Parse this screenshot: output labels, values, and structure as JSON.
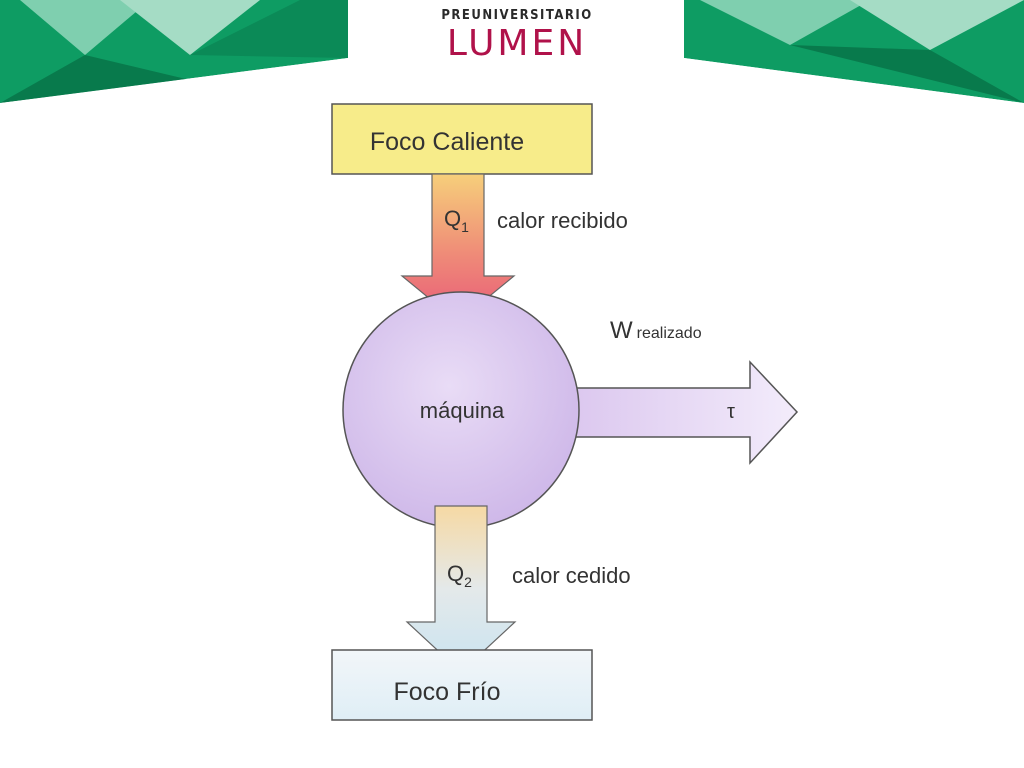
{
  "logo": {
    "pre": "PREUNIVERSITARIO",
    "name": "LUMEN"
  },
  "diagram": {
    "hot_source": "Foco Caliente",
    "heat_in_symbol": "Q",
    "heat_in_sub": "1",
    "heat_in_label": "calor recibido",
    "machine": "máquina",
    "work_symbol": "W",
    "work_sub": "realizado",
    "work_arrow_label": "τ",
    "heat_out_symbol": "Q",
    "heat_out_sub": "2",
    "heat_out_label": "calor cedido",
    "cold_source": "Foco Frío"
  },
  "colors": {
    "banner_green": "#0e9c63",
    "banner_dark": "#087a4c",
    "banner_light": "#7fcfaf",
    "logo_red": "#b0124a",
    "hot_box": "#f7ec8a",
    "machine": "#dcc9ef",
    "cold_box": "#e8f2f7"
  }
}
